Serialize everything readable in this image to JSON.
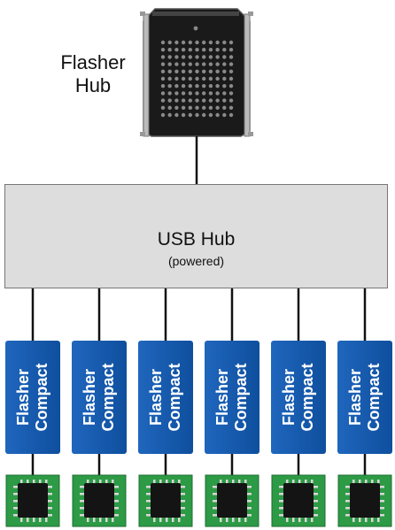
{
  "flasher_hub": {
    "line1": "Flasher",
    "line2": "Hub"
  },
  "usb_hub": {
    "title": "USB Hub",
    "subtitle": "(powered)"
  },
  "flasher_compact": {
    "line1": "Flasher",
    "line2": "Compact",
    "count": 6
  },
  "target_boards": {
    "count": 6
  },
  "colors": {
    "line": "#111111",
    "usb_box_fill": "#dddddd",
    "usb_box_border": "#777777",
    "flasher_compact_blue": "#1556aa",
    "board_green": "#2d9a45",
    "chip_black": "#141414",
    "device_body": "#1a1a1a"
  }
}
